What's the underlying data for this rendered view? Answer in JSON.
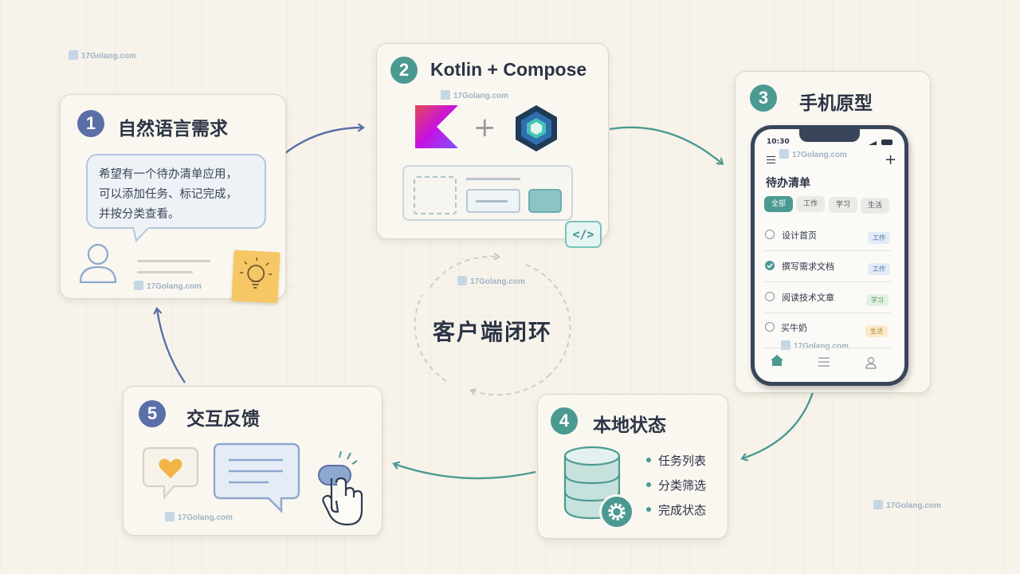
{
  "watermark": "17Golang.com",
  "center_label": "客户端闭环",
  "steps": [
    {
      "number": "1",
      "title": "自然语言需求"
    },
    {
      "number": "2",
      "title": "Kotlin + Compose"
    },
    {
      "number": "3",
      "title": "手机原型"
    },
    {
      "number": "4",
      "title": "本地状态"
    },
    {
      "number": "5",
      "title": "交互反馈"
    }
  ],
  "requirement_lines": [
    "希望有一个待办清单应用，",
    "可以添加任务、标记完成，",
    "并按分类查看。"
  ],
  "phone": {
    "time": "10:30",
    "app_title": "待办清单",
    "filters": [
      "全部",
      "工作",
      "学习",
      "生活"
    ],
    "tasks": [
      {
        "text": "设计首页",
        "tag": "工作",
        "done": false
      },
      {
        "text": "撰写需求文档",
        "tag": "工作",
        "done": true
      },
      {
        "text": "阅读技术文章",
        "tag": "学习",
        "done": false
      },
      {
        "text": "买牛奶",
        "tag": "生活",
        "done": false
      }
    ]
  },
  "state_items": [
    "任务列表",
    "分类筛选",
    "完成状态"
  ],
  "code_icon": "</>",
  "colors": {
    "blue": "#5a6fa8",
    "teal": "#4b9a92"
  }
}
